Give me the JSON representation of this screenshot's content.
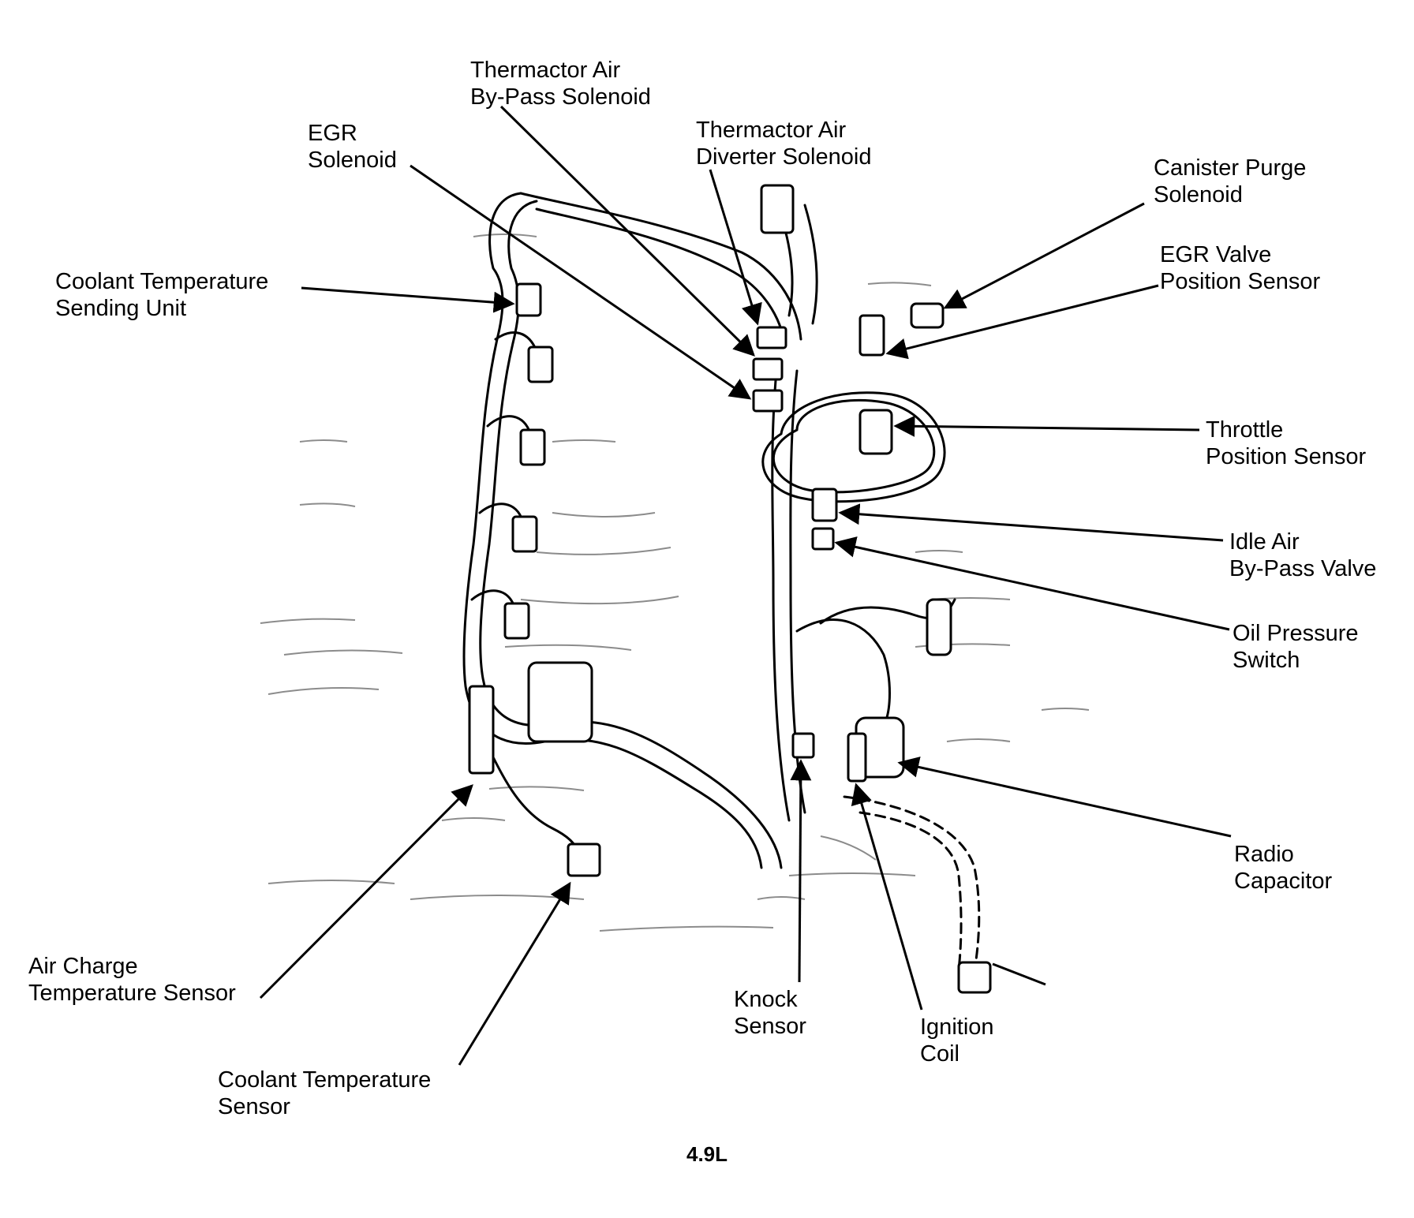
{
  "labels": {
    "thermactor_bypass": [
      "Thermactor Air",
      "By-Pass Solenoid"
    ],
    "egr_solenoid": [
      "EGR",
      "Solenoid"
    ],
    "thermactor_diverter": [
      "Thermactor Air",
      "Diverter Solenoid"
    ],
    "canister_purge": [
      "Canister Purge",
      "Solenoid"
    ],
    "egr_valve_position": [
      "EGR Valve",
      "Position Sensor"
    ],
    "coolant_sending_unit": [
      "Coolant Temperature",
      "Sending Unit"
    ],
    "throttle_position": [
      "Throttle",
      "Position Sensor"
    ],
    "idle_air_bypass": [
      "Idle Air",
      "By-Pass Valve"
    ],
    "oil_pressure": [
      "Oil Pressure",
      "Switch"
    ],
    "radio_capacitor": [
      "Radio",
      "Capacitor"
    ],
    "air_charge_temp": [
      "Air Charge",
      "Temperature Sensor"
    ],
    "coolant_temp_sensor": [
      "Coolant Temperature",
      "Sensor"
    ],
    "knock_sensor": [
      "Knock",
      "Sensor"
    ],
    "ignition_coil": [
      "Ignition",
      "Coil"
    ]
  },
  "caption": "4.9L",
  "colors": {
    "ink": "#000000",
    "paper": "#ffffff"
  }
}
